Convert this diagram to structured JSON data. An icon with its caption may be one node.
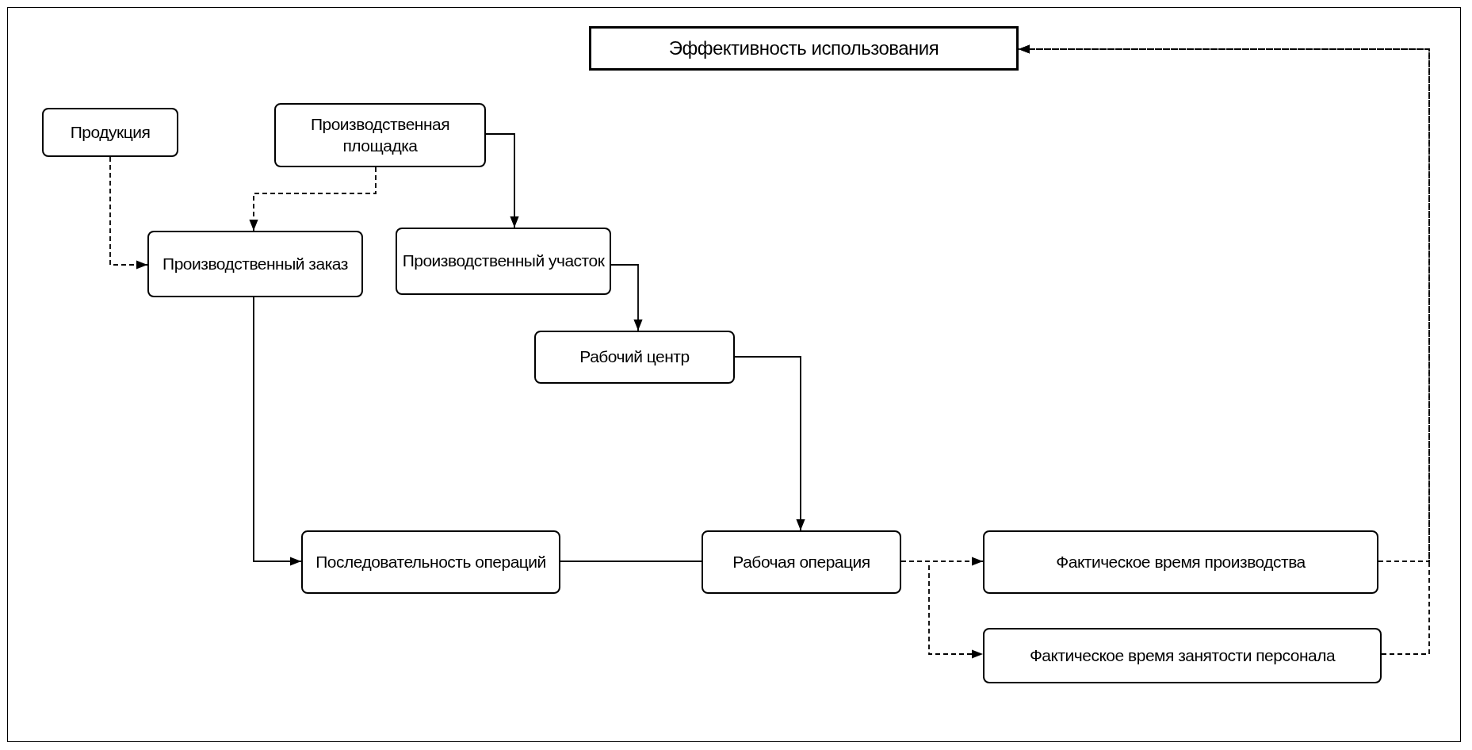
{
  "diagram": {
    "nodes": [
      {
        "text": [
          "Эффективность использования"
        ]
      },
      {
        "text": [
          "Продукция"
        ]
      },
      {
        "text": [
          "Производственная площадка"
        ]
      },
      {
        "text": [
          "Производственный заказ"
        ]
      },
      {
        "text": [
          "Производственный участок"
        ]
      },
      {
        "text": [
          "Рабочий центр"
        ]
      },
      {
        "text": [
          "Последовательность операций"
        ]
      },
      {
        "text": [
          "Рабочая операция"
        ]
      },
      {
        "text": [
          "Фактическое время производства"
        ]
      },
      {
        "text": [
          "Фактическое время занятости персонала"
        ]
      }
    ],
    "edges": [
      {
        "from": 1,
        "to": 3,
        "arrow": "to",
        "style": "dashed"
      },
      {
        "from": 2,
        "to": 3,
        "arrow": "to",
        "style": "dashed"
      },
      {
        "from": 2,
        "to": 4,
        "arrow": "to"
      },
      {
        "from": 4,
        "to": 5,
        "arrow": "to"
      },
      {
        "from": 5,
        "to": 7,
        "arrow": "to"
      },
      {
        "from": 3,
        "to": 6,
        "arrow": "to"
      },
      {
        "from": 6,
        "to": 7,
        "arrow": "none"
      },
      {
        "from": 7,
        "to": 8,
        "arrow": "to",
        "style": "dashed"
      },
      {
        "from": 7,
        "to": 9,
        "arrow": "to",
        "style": "dashed"
      },
      {
        "from": 8,
        "to": 0,
        "arrow": "to",
        "style": "dashed"
      },
      {
        "from": 9,
        "to": 0,
        "arrow": "to",
        "style": "dashed"
      }
    ]
  }
}
